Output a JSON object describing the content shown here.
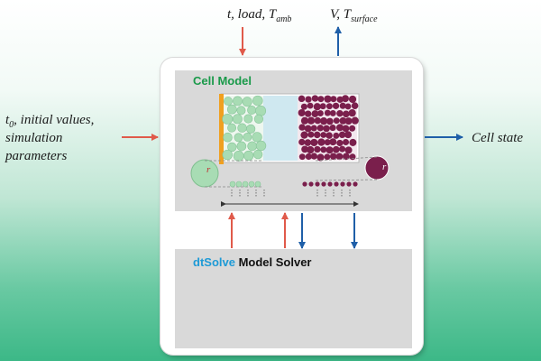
{
  "inputs_top": {
    "left_prefix": "t, load, T",
    "left_sub": "amb",
    "right_prefix": "V, T",
    "right_sub": "surface"
  },
  "inputs_left": {
    "line1_prefix": "t",
    "line1_sub": "0",
    "line1_suffix": ", initial values,",
    "line2": "simulation",
    "line3": "parameters"
  },
  "output_right": "Cell state",
  "cell_model": {
    "title": "Cell Model",
    "r_label": "r",
    "r_label_right": "r"
  },
  "solver": {
    "title_accent": "dtSolve",
    "title_rest": " Model Solver"
  },
  "colors": {
    "input_arrow": "#e05a4a",
    "output_arrow": "#1f5fa8",
    "cathode_particle": "#7a1f4c",
    "anode_particle": "#a8dcb4",
    "separator": "#cfe8f0",
    "current_collector": "#f0a020",
    "cell_title": "#1a9a4a",
    "solver_accent": "#1e9ad6"
  }
}
